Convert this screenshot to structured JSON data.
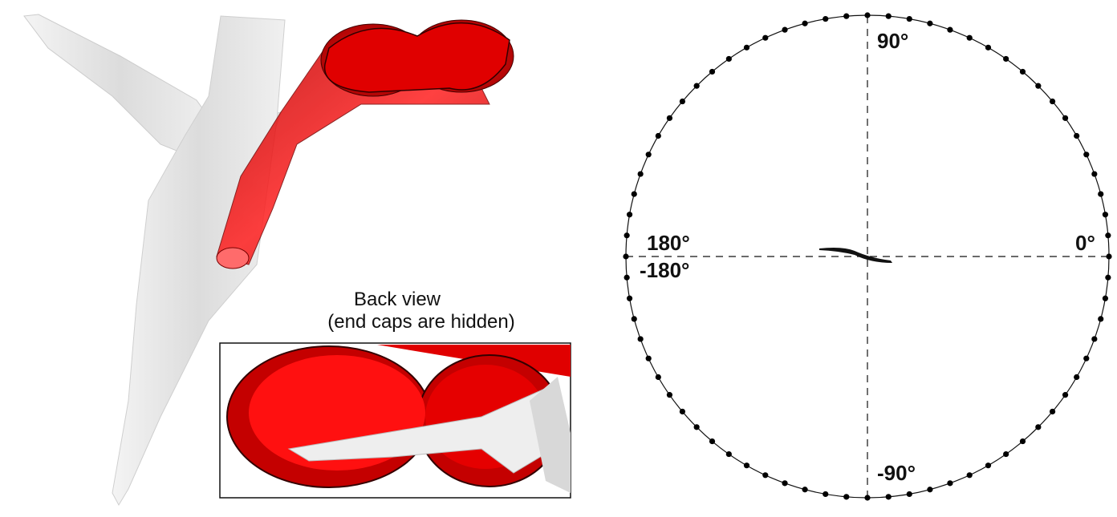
{
  "figure": {
    "inset_caption_line1": "Back view",
    "inset_caption_line2": "(end caps are hidden)"
  },
  "polar_plot": {
    "labels": {
      "top": "90°",
      "right": "0°",
      "left_upper": "180°",
      "left_lower": "-180°",
      "bottom": "-90°"
    },
    "marker_spacing_deg": 5,
    "marker_count": 72
  },
  "colors": {
    "duct_red": "#e8000a",
    "aircraft_gray": "#e6e6e6",
    "ink": "#111111"
  }
}
